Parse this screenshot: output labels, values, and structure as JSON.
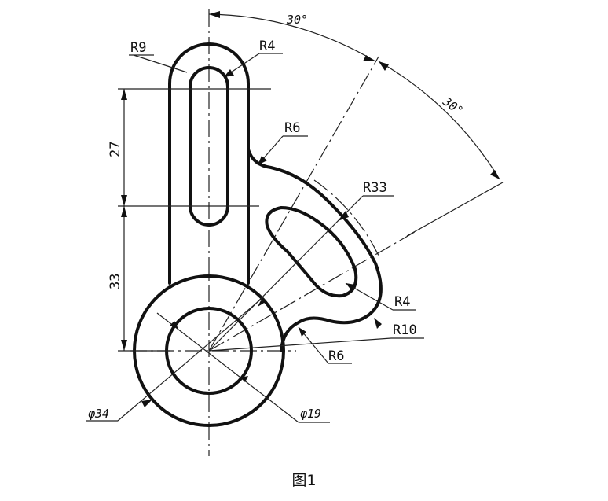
{
  "figure": {
    "caption": "图1",
    "dimensions": {
      "r9": "R9",
      "r4_top": "R4",
      "r6_top": "R6",
      "r33": "R33",
      "r4_right": "R4",
      "r10": "R10",
      "r6_bottom": "R6",
      "len27": "27",
      "len33": "33",
      "dia34": "φ34",
      "dia19": "φ19",
      "angle_top": "30°",
      "angle_right": "30°"
    }
  }
}
